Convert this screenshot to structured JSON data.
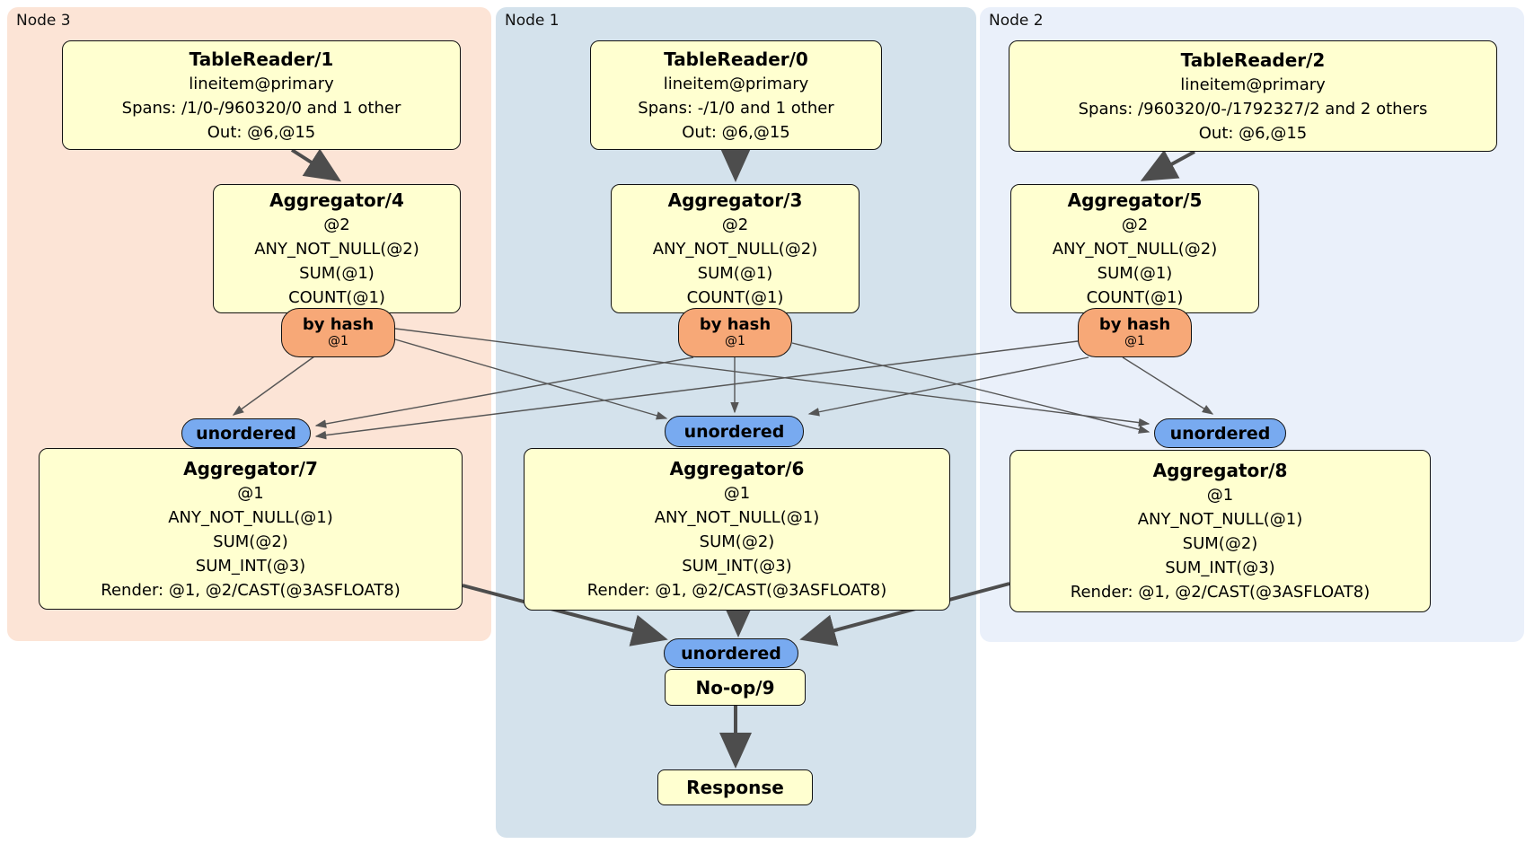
{
  "diagram": "DistSQL physical plan",
  "regions": [
    {
      "label": "Node 3"
    },
    {
      "label": "Node 1"
    },
    {
      "label": "Node 2"
    }
  ],
  "processors": {
    "tr1": {
      "title": "TableReader/1",
      "lines": [
        "lineitem@primary",
        "Spans: /1/0-/960320/0 and 1 other",
        "Out: @6,@15"
      ]
    },
    "tr0": {
      "title": "TableReader/0",
      "lines": [
        "lineitem@primary",
        "Spans: -/1/0 and 1 other",
        "Out: @6,@15"
      ]
    },
    "tr2": {
      "title": "TableReader/2",
      "lines": [
        "lineitem@primary",
        "Spans: /960320/0-/1792327/2 and 2 others",
        "Out: @6,@15"
      ]
    },
    "agg4": {
      "title": "Aggregator/4",
      "lines": [
        "@2",
        "ANY_NOT_NULL(@2)",
        "SUM(@1)",
        "COUNT(@1)"
      ]
    },
    "agg3": {
      "title": "Aggregator/3",
      "lines": [
        "@2",
        "ANY_NOT_NULL(@2)",
        "SUM(@1)",
        "COUNT(@1)"
      ]
    },
    "agg5": {
      "title": "Aggregator/5",
      "lines": [
        "@2",
        "ANY_NOT_NULL(@2)",
        "SUM(@1)",
        "COUNT(@1)"
      ]
    },
    "agg7": {
      "title": "Aggregator/7",
      "lines": [
        "@1",
        "ANY_NOT_NULL(@1)",
        "SUM(@2)",
        "SUM_INT(@3)",
        "Render: @1, @2/CAST(@3ASFLOAT8)"
      ]
    },
    "agg6": {
      "title": "Aggregator/6",
      "lines": [
        "@1",
        "ANY_NOT_NULL(@1)",
        "SUM(@2)",
        "SUM_INT(@3)",
        "Render: @1, @2/CAST(@3ASFLOAT8)"
      ]
    },
    "agg8": {
      "title": "Aggregator/8",
      "lines": [
        "@1",
        "ANY_NOT_NULL(@1)",
        "SUM(@2)",
        "SUM_INT(@3)",
        "Render: @1, @2/CAST(@3ASFLOAT8)"
      ]
    },
    "noop": {
      "title": "No-op/9"
    },
    "response": {
      "title": "Response"
    }
  },
  "router": {
    "label": "by hash",
    "sub": "@1"
  },
  "sync": {
    "label": "unordered"
  },
  "colors": {
    "node3_bg": "#fce4d6",
    "node1_bg": "#d4e2ec",
    "node2_bg": "#eaf0fa",
    "processor_bg": "#ffffd0",
    "router_bg": "#f7a877",
    "sync_bg": "#78aaf0",
    "border": "#111111",
    "thick_arrow": "#4d4d4d",
    "thin_line": "#555555"
  }
}
